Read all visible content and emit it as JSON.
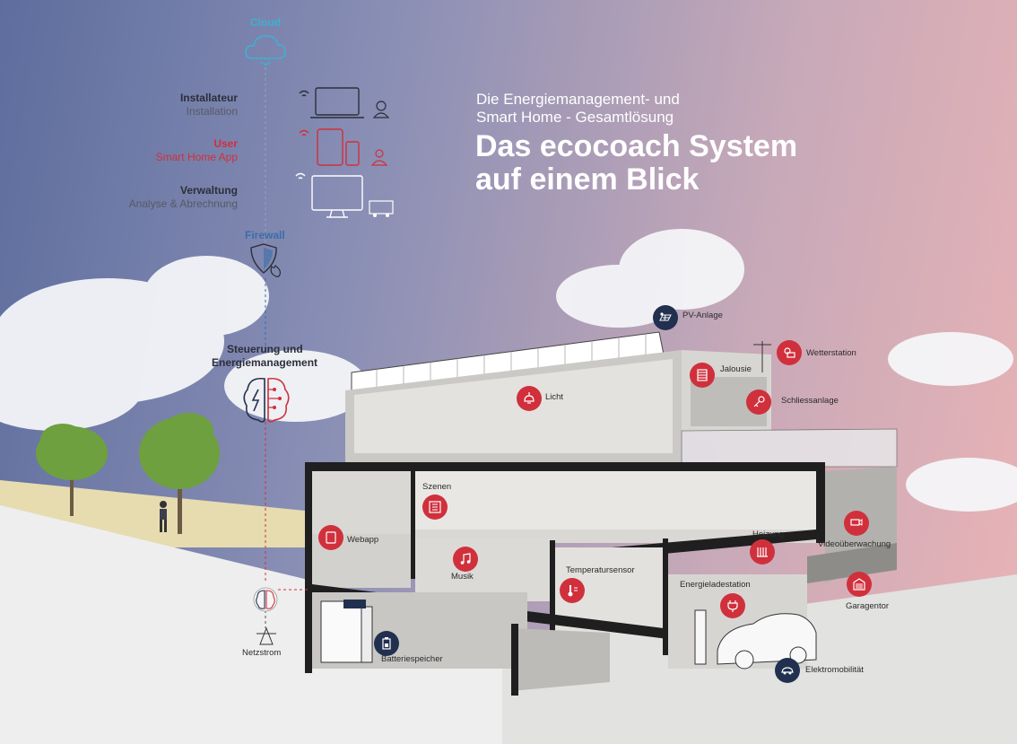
{
  "colors": {
    "cloud": "#3fb0d0",
    "user": "#d0303c",
    "dark": "#2b2f3a",
    "gray": "#565a66",
    "firewall": "#3a6ea8",
    "feature": "#d0303c",
    "navy": "#22304f"
  },
  "headline": {
    "line1": "Die Energiemanagement- und",
    "line2": "Smart Home - Gesamtlösung",
    "title1": "Das ecocoach System",
    "title2": "auf einem Blick"
  },
  "sidebar": {
    "cloud": "Cloud",
    "installer_title": "Installateur",
    "installer_sub": "Installation",
    "user_title": "User",
    "user_sub": "Smart Home App",
    "admin_title": "Verwaltung",
    "admin_sub": "Analyse & Abrechnung",
    "firewall": "Firewall",
    "control_line1": "Steuerung und",
    "control_line2": "Energiemanagement",
    "grid": "Netzstrom"
  },
  "features": {
    "pv": "PV-Anlage",
    "weather": "Wetterstation",
    "blinds": "Jalousie",
    "light": "Licht",
    "lock": "Schliessanlage",
    "scenes": "Szenen",
    "webapp": "Webapp",
    "heating": "Heizung",
    "video": "Videoüberwachung",
    "music": "Musik",
    "temperature": "Temperatursensor",
    "charging": "Energieladestation",
    "garage": "Garagentor",
    "battery": "Batteriespeicher",
    "emobility": "Elektromobilität"
  }
}
